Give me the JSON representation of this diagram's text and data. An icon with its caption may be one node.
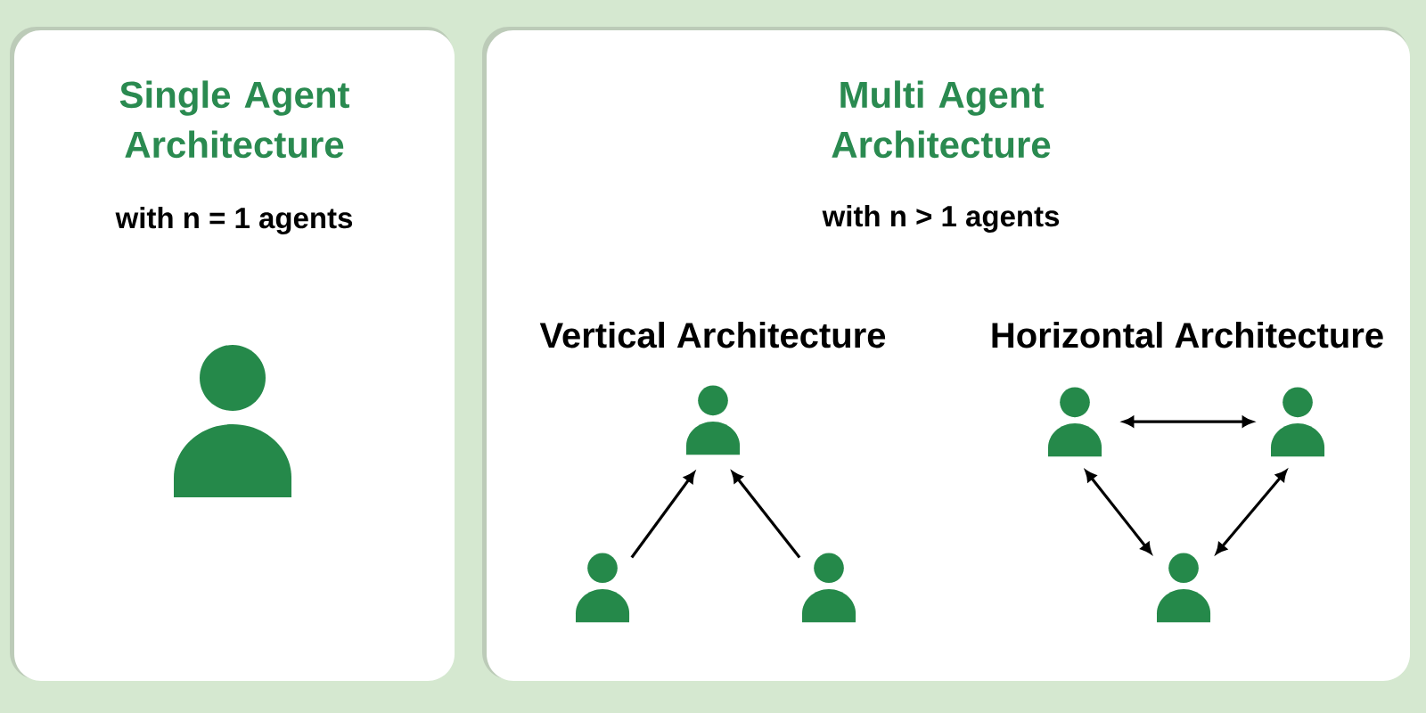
{
  "diagram": {
    "nodes": [
      {
        "text": [
          "Single Agent Architecture",
          "with n = 1 agents"
        ]
      },
      {
        "text": [],
        "shape": "person",
        "in": 0
      },
      {
        "text": [
          "Multi Agent Architecture",
          "with n > 1 agents"
        ]
      },
      {
        "text": [],
        "shape": "person",
        "in": 2
      },
      {
        "text": [],
        "shape": "person",
        "in": 2
      },
      {
        "text": [],
        "shape": "person",
        "in": 2
      },
      {
        "text": [],
        "shape": "person",
        "in": 2
      },
      {
        "text": [],
        "shape": "person",
        "in": 2
      },
      {
        "text": [],
        "shape": "person",
        "in": 2
      }
    ],
    "edges": [
      {
        "from": 4,
        "to": 3,
        "arrow": "to"
      },
      {
        "from": 5,
        "to": 3,
        "arrow": "to"
      },
      {
        "from": 6,
        "to": 7,
        "arrow": "both"
      },
      {
        "from": 6,
        "to": 8,
        "arrow": "both"
      },
      {
        "from": 7,
        "to": 8,
        "arrow": "both"
      }
    ],
    "labels": [
      "Vertical Architecture",
      "Horizontal Architecture"
    ]
  }
}
